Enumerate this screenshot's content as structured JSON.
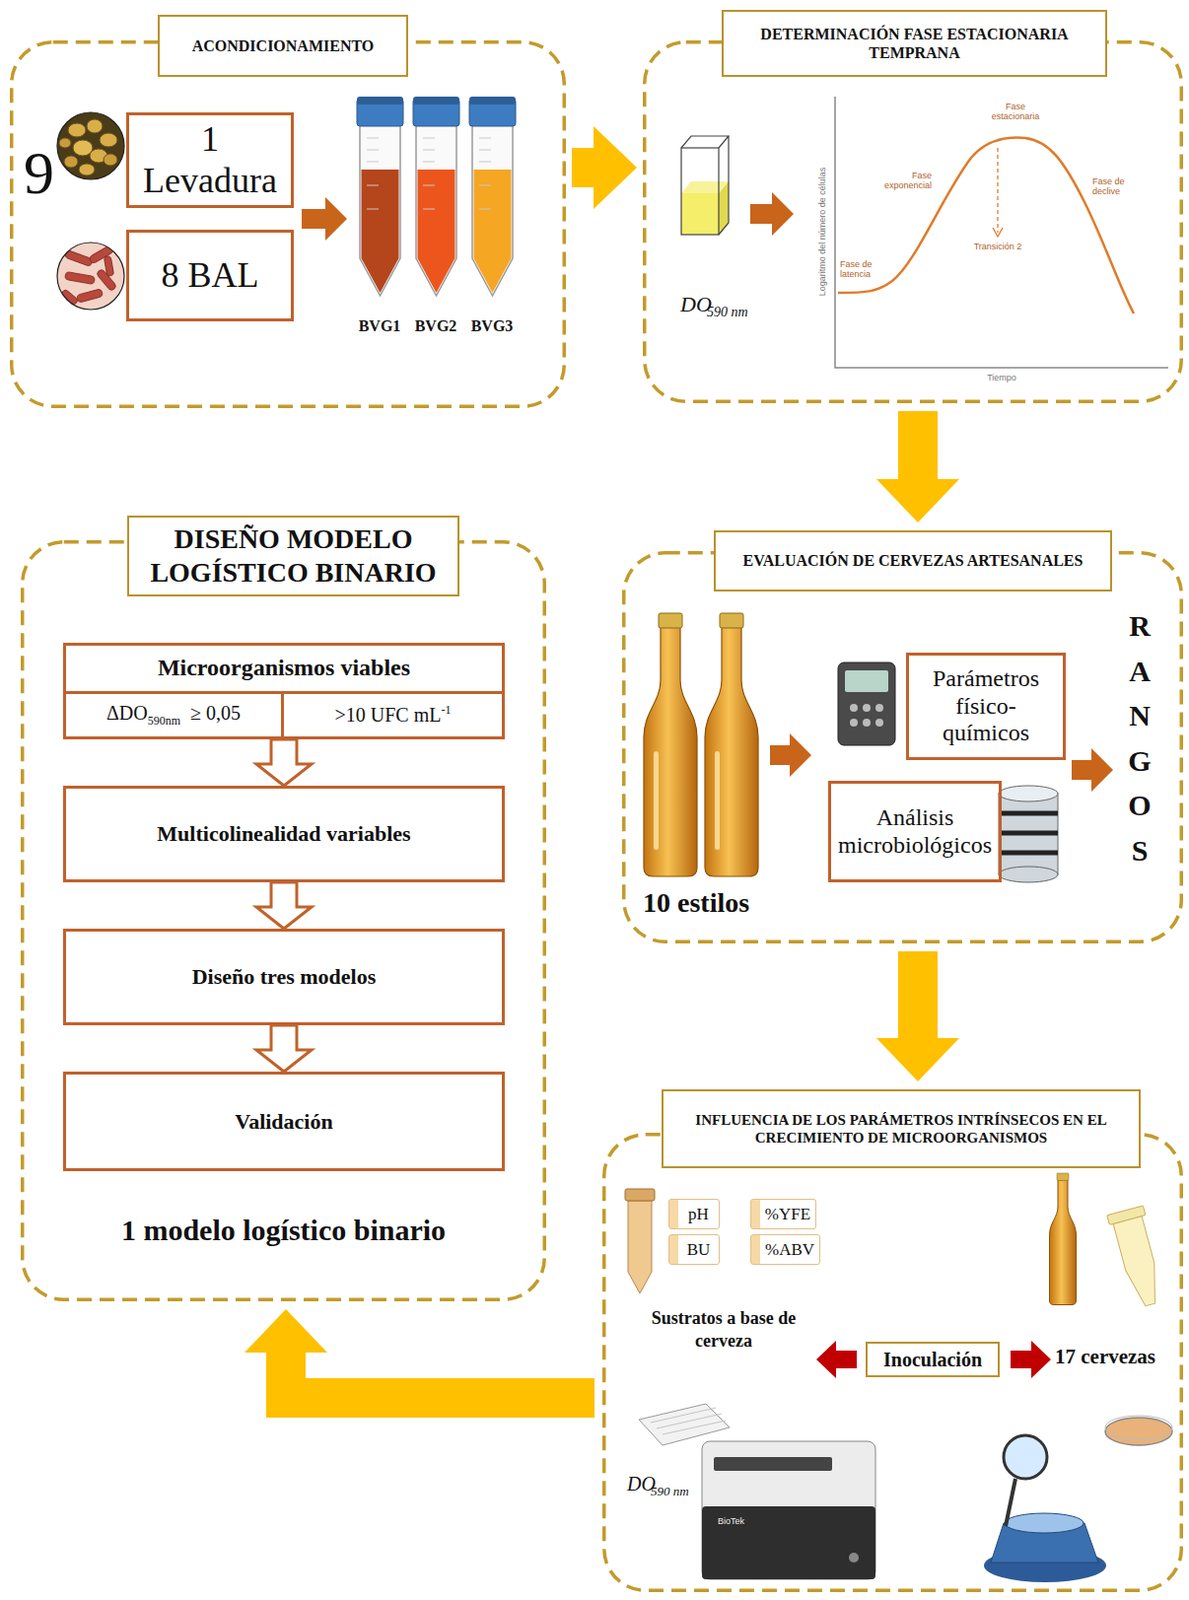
{
  "diagram": {
    "nodes": [
      {
        "text": [
          "ACONDICIONAMIENTO"
        ]
      },
      {
        "text": [
          "1 Levadura"
        ],
        "in": 0
      },
      {
        "text": [
          "8 BAL"
        ],
        "in": 0
      },
      {
        "text": [
          "DETERMINACIÓN FASE ESTACIONARIA TEMPRANA"
        ]
      },
      {
        "text": [
          "DISEÑO MODELO LOGÍSTICO BINARIO",
          "1 modelo logístico binario"
        ]
      },
      {
        "text": [
          "Microorganismos viables"
        ],
        "in": 4
      },
      {
        "text": [
          "ΔDO",
          "590nm",
          "≥ 0,05"
        ],
        "in": 5
      },
      {
        "text": [
          ">10 UFC mL",
          "-1"
        ],
        "in": 5
      },
      {
        "text": [
          "Multicolinealidad variables"
        ],
        "in": 4
      },
      {
        "text": [
          "Diseño tres modelos"
        ],
        "in": 4
      },
      {
        "text": [
          "Validación"
        ],
        "in": 4
      },
      {
        "text": [
          "EVALUACIÓN DE CERVEZAS ARTESANALES"
        ]
      },
      {
        "text": [
          "Parámetros físico-químicos"
        ],
        "in": 11
      },
      {
        "text": [
          "Análisis microbiológicos"
        ],
        "in": 11
      },
      {
        "text": [
          "INFLUENCIA DE LOS PARÁMETROS INTRÍNSECOS EN EL CRECIMIENTO DE MICROORGANISMOS"
        ]
      },
      {
        "text": [
          "pH"
        ],
        "in": 14
      },
      {
        "text": [
          "%YFE"
        ],
        "in": 14
      },
      {
        "text": [
          "BU"
        ],
        "in": 14
      },
      {
        "text": [
          "%ABV"
        ],
        "in": 14
      },
      {
        "text": [
          "Inoculación"
        ],
        "in": 14
      }
    ],
    "edges": [
      {
        "from": 0,
        "to": 3,
        "arrow": "to"
      },
      {
        "from": 3,
        "to": 11,
        "arrow": "to"
      },
      {
        "from": 11,
        "to": 14,
        "arrow": "to"
      },
      {
        "from": 14,
        "to": 4,
        "arrow": "to"
      },
      {
        "from": 5,
        "to": 8,
        "arrow": "to"
      },
      {
        "from": 8,
        "to": 9,
        "arrow": "to"
      },
      {
        "from": 9,
        "to": 10,
        "arrow": "to"
      }
    ],
    "labels": [
      "9",
      "BVG1",
      "BVG2",
      "BVG3",
      "DO",
      "590 nm",
      "Fase de latencia",
      "Fase exponencial",
      "Fase estacionaria",
      "Transición 2",
      "Fase de declive",
      "Logaritmo del número de células",
      "Tiempo",
      "10 estilos",
      "RANGOS",
      "Sustratos a base de cerveza",
      "17 cervezas",
      "DO",
      "590 nm",
      "BioTek"
    ]
  }
}
